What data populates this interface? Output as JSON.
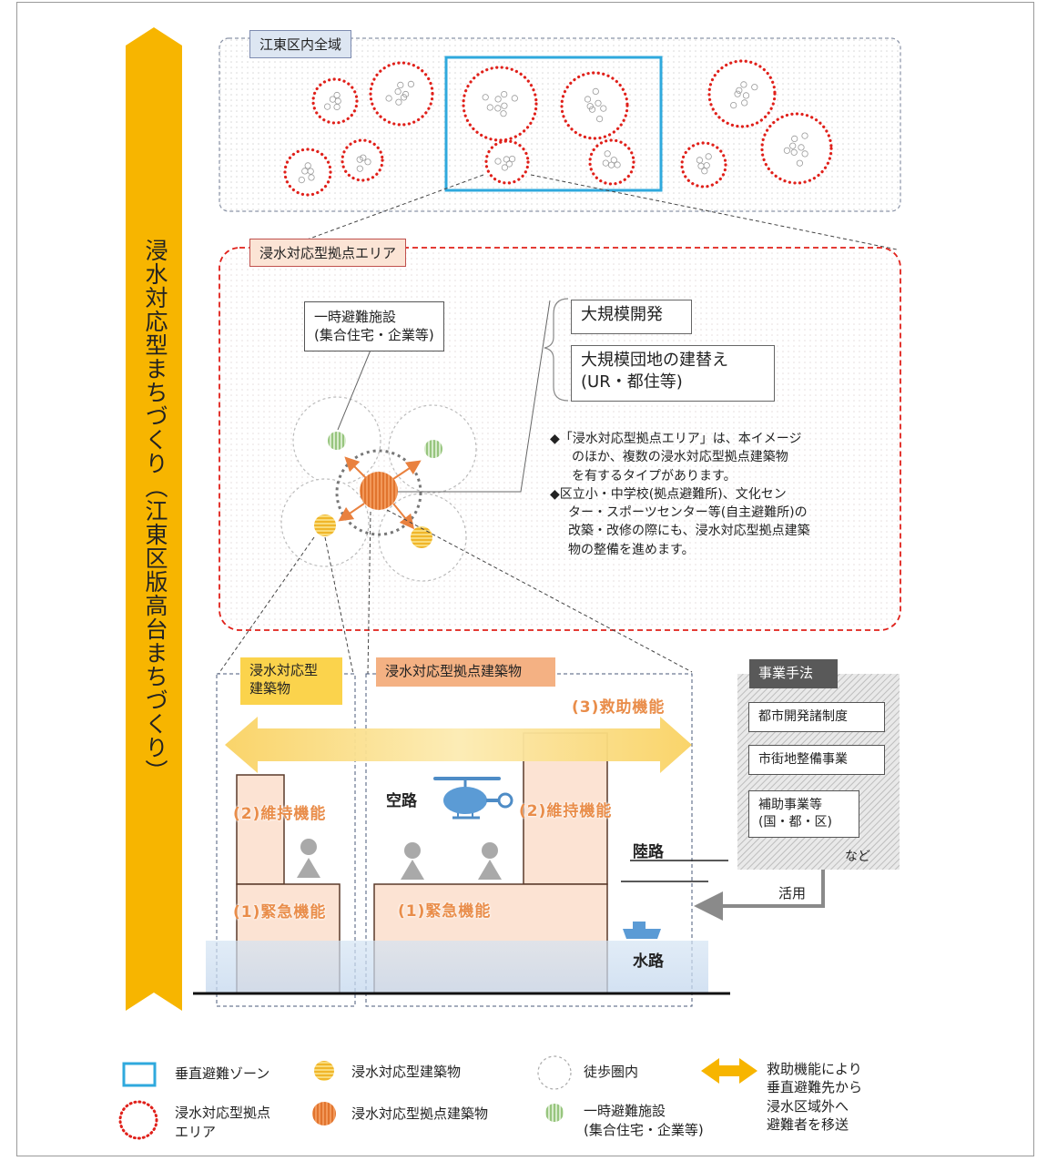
{
  "vertical_banner": "浸水対応型まちづくり（江東区版高台まちづくり）",
  "top_area": {
    "label": "江東区内全域"
  },
  "base_area": {
    "label": "浸水対応型拠点エリア"
  },
  "facility_callout": {
    "line1": "一時避難施設",
    "line2": "(集合住宅・企業等)"
  },
  "development": {
    "item1": "大規模開発",
    "item2_line1": "大規模団地の建替え",
    "item2_line2": "(UR・都住等)"
  },
  "notes": {
    "n1_l1": "◆「浸水対応型拠点エリア」は、本イメージ",
    "n1_l2": "のほか、複数の浸水対応型拠点建築物",
    "n1_l3": "を有するタイプがあります。",
    "n2_l1": "◆区立小・中学校(拠点避難所)、文化セン",
    "n2_l2": "ター・スポーツセンター等(自主避難所)の",
    "n2_l3": "改築・改修の際にも、浸水対応型拠点建築",
    "n2_l4": "物の整備を進めます。"
  },
  "building_small": {
    "line1": "浸水対応型",
    "line2": "建築物"
  },
  "building_base": {
    "label": "浸水対応型拠点建築物"
  },
  "functions": {
    "rescue": "(3)救助機能",
    "maintain_left": "(2)維持機能",
    "maintain_right": "(2)維持機能",
    "emergency_left": "(1)緊急機能",
    "emergency_right": "(1)緊急機能"
  },
  "routes": {
    "air": "空路",
    "land": "陸路",
    "water": "水路"
  },
  "business": {
    "title": "事業手法",
    "items": [
      "都市開発諸制度",
      "市街地整備事業"
    ],
    "item3_line1": "補助事業等",
    "item3_line2": "(国・都・区)",
    "etc": "など",
    "use": "活用"
  },
  "legend": {
    "vertical_zone": "垂直避難ゾーン",
    "base_area_l1": "浸水対応型拠点",
    "base_area_l2": "エリア",
    "flood_building": "浸水対応型建築物",
    "base_building": "浸水対応型拠点建築物",
    "walk_area": "徒歩圏内",
    "temp_l1": "一時避難施設",
    "temp_l2": "(集合住宅・企業等)",
    "rescue_l1": "救助機能により",
    "rescue_l2": "垂直避難先から",
    "rescue_l3": "浸水区域外へ",
    "rescue_l4": "避難者を移送"
  },
  "colors": {
    "banner": "#F7B500",
    "red_dotted": "#E0201A",
    "blue_zone": "#2FA9DD",
    "orange_base": "#E9813F",
    "yellow_building": "#F5C23A",
    "green_temp": "#9BCB86",
    "building_fill": "#FCE3D3",
    "water": "#D4E4F4"
  },
  "icons": [
    "helicopter-icon",
    "ship-icon",
    "person-icon",
    "arrow-icon"
  ]
}
